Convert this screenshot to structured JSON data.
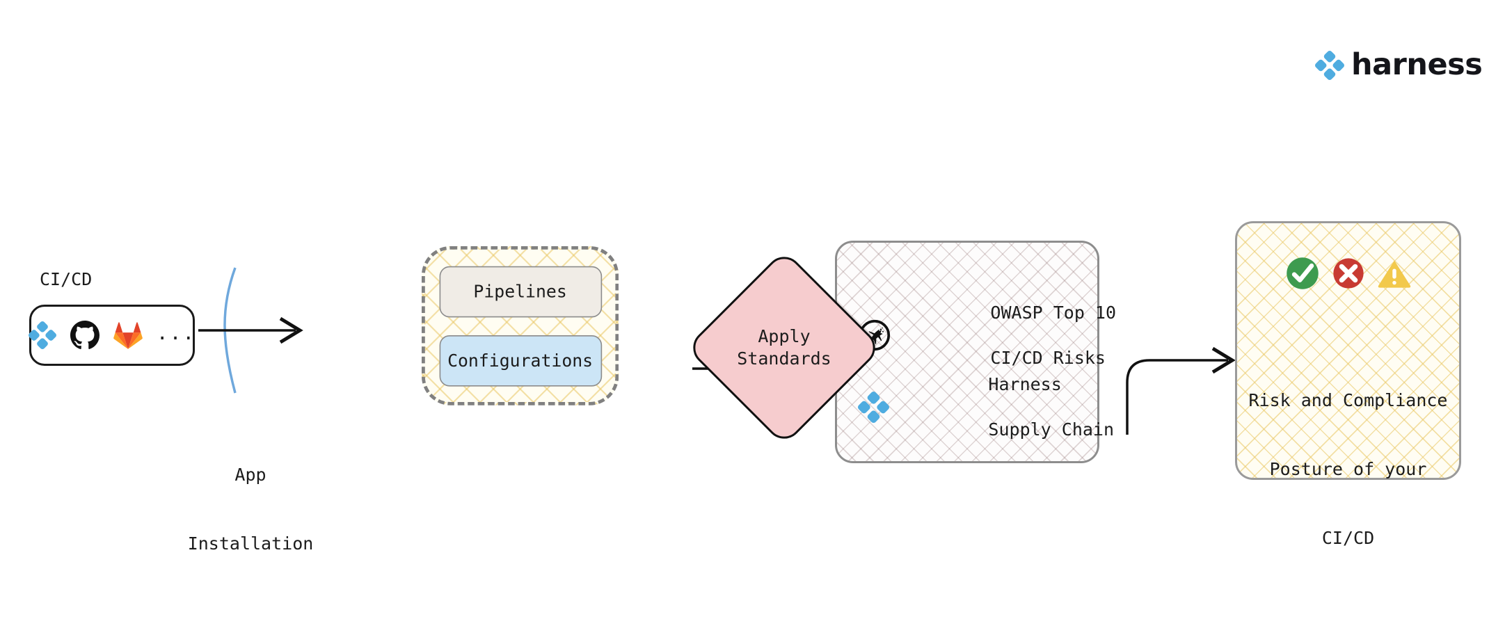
{
  "brand": {
    "name": "harness",
    "logo_icon": "harness-diamond-icon",
    "color": "#4FACE0"
  },
  "source": {
    "label": "CI/CD",
    "tools": [
      {
        "name": "harness",
        "icon": "harness-diamond-icon",
        "color": "#4FACE0"
      },
      {
        "name": "github",
        "icon": "github-octocat-icon",
        "color": "#111111"
      },
      {
        "name": "gitlab",
        "icon": "gitlab-tanuki-icon",
        "color": "#E2432A"
      }
    ],
    "more": "..."
  },
  "connectors": {
    "app_installation_label": "App\nInstallation",
    "app_installation_line1": "App",
    "app_installation_line2": "Installation",
    "barrier_color": "#6FA8DC",
    "arrow_color": "#111111"
  },
  "assets_group": {
    "items": [
      {
        "label": "Pipelines",
        "fill": "#F0ECE6"
      },
      {
        "label": "Configurations",
        "fill": "#CCE5F6"
      }
    ],
    "border_style": "dashed",
    "hatch_color": "#E9C764"
  },
  "standards": {
    "entries": [
      {
        "icon": "owasp-dragonfly-icon",
        "line1": "OWASP Top 10",
        "line2": "CI/CD Risks"
      },
      {
        "icon": "harness-diamond-icon",
        "line1": "Harness",
        "line2": "Supply Chain"
      }
    ],
    "hatch_color": "#967878"
  },
  "action": {
    "line1": "Apply",
    "line2": "Standards",
    "fill": "#F6CCCE",
    "shape": "diamond"
  },
  "outcome": {
    "status_icons": [
      {
        "name": "check-circle-icon",
        "color": "#3E9B4F"
      },
      {
        "name": "cross-circle-icon",
        "color": "#C83A32"
      },
      {
        "name": "warning-triangle-icon",
        "color": "#F2C94C"
      }
    ],
    "line1": "Risk and Compliance",
    "line2": "Posture of your",
    "line3": "CI/CD",
    "hatch_color": "#E9C764"
  }
}
